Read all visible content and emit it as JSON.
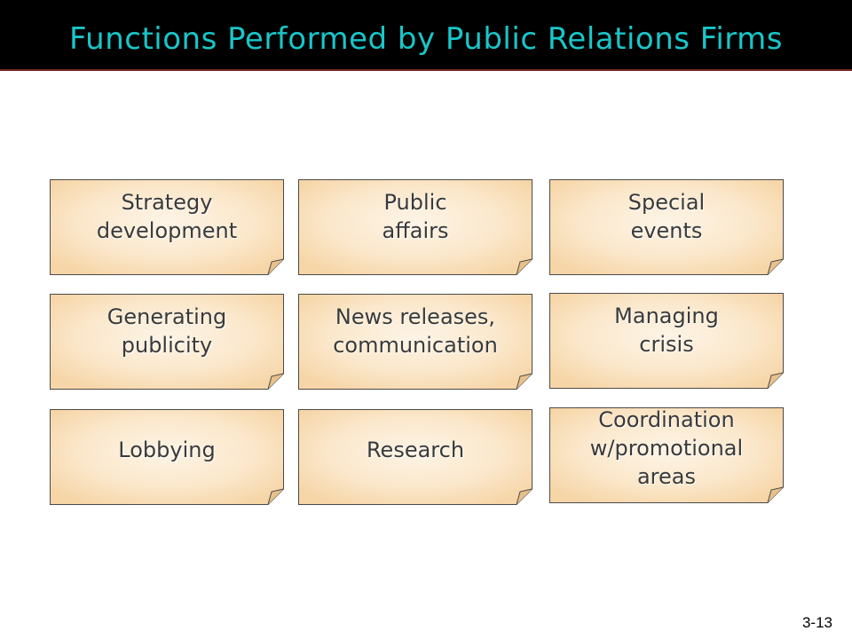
{
  "title": "Functions Performed by Public Relations Firms",
  "colors": {
    "title_text": "#19c6c9",
    "card_fill_center": "#fdf3e4",
    "card_fill_edge": "#f7d9ae",
    "card_border": "#4a4a4a"
  },
  "cards": [
    {
      "label": "Strategy\ndevelopment"
    },
    {
      "label": "Public\naffairs"
    },
    {
      "label": "Special\nevents"
    },
    {
      "label": "Generating\npublicity"
    },
    {
      "label": "News releases,\ncommunication"
    },
    {
      "label": "Managing\ncrisis"
    },
    {
      "label": "Lobbying"
    },
    {
      "label": "Research"
    },
    {
      "label": "Coordination\nw/promotional\nareas"
    }
  ],
  "page_number": "3-13"
}
